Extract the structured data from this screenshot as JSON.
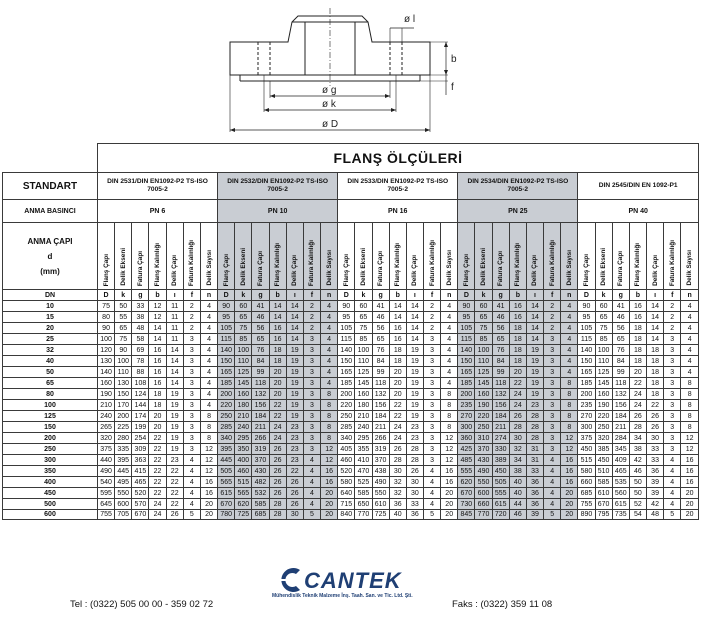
{
  "drawing": {
    "dims": [
      "ø l",
      "b",
      "f",
      "ø g",
      "ø k",
      "ø D"
    ]
  },
  "title": "FLANŞ ÖLÇÜLERİ",
  "labels": {
    "standart": "STANDART",
    "anma_basinci": "ANMA BASINCI",
    "anma_capi": "ANMA ÇAPI",
    "d": "d",
    "mm": "(mm)",
    "dn": "DN"
  },
  "standards": [
    "DIN 2531/DIN EN1092-P2 TS-ISO 7005-2",
    "DIN 2532/DIN EN1092-P2 TS-ISO 7005-2",
    "DIN 2533/DIN EN1092-P2 TS-ISO 7005-2",
    "DIN 2534/DIN EN1092-P2 TS-ISO 7005-2",
    "DIN 2545/DIN EN 1092-P1"
  ],
  "pressures": [
    "PN 6",
    "PN 10",
    "PN 16",
    "PN 25",
    "PN 40"
  ],
  "col_names": [
    "Flanş Çapı",
    "Delik Ekseni",
    "Fatura Çapı",
    "Flanş Kalınlığı",
    "Delik Çapı",
    "Fatura Kalınlığı",
    "Delik Sayısı"
  ],
  "col_symbols": [
    "D",
    "k",
    "g",
    "b",
    "ı",
    "f",
    "n"
  ],
  "rows": [
    {
      "dn": "10",
      "v": [
        [
          "75",
          "50",
          "33",
          "12",
          "11",
          "2",
          "4"
        ],
        [
          "90",
          "60",
          "41",
          "14",
          "14",
          "2",
          "4"
        ],
        [
          "90",
          "60",
          "41",
          "14",
          "14",
          "2",
          "4"
        ],
        [
          "90",
          "60",
          "41",
          "16",
          "14",
          "2",
          "4"
        ],
        [
          "90",
          "60",
          "41",
          "16",
          "14",
          "2",
          "4"
        ]
      ]
    },
    {
      "dn": "15",
      "v": [
        [
          "80",
          "55",
          "38",
          "12",
          "11",
          "2",
          "4"
        ],
        [
          "95",
          "65",
          "46",
          "14",
          "14",
          "2",
          "4"
        ],
        [
          "95",
          "65",
          "46",
          "14",
          "14",
          "2",
          "4"
        ],
        [
          "95",
          "65",
          "46",
          "16",
          "14",
          "2",
          "4"
        ],
        [
          "95",
          "65",
          "46",
          "16",
          "14",
          "2",
          "4"
        ]
      ]
    },
    {
      "dn": "20",
      "v": [
        [
          "90",
          "65",
          "48",
          "14",
          "11",
          "2",
          "4"
        ],
        [
          "105",
          "75",
          "56",
          "16",
          "14",
          "2",
          "4"
        ],
        [
          "105",
          "75",
          "56",
          "16",
          "14",
          "2",
          "4"
        ],
        [
          "105",
          "75",
          "56",
          "18",
          "14",
          "2",
          "4"
        ],
        [
          "105",
          "75",
          "56",
          "18",
          "14",
          "2",
          "4"
        ]
      ]
    },
    {
      "dn": "25",
      "v": [
        [
          "100",
          "75",
          "58",
          "14",
          "11",
          "3",
          "4"
        ],
        [
          "115",
          "85",
          "65",
          "16",
          "14",
          "3",
          "4"
        ],
        [
          "115",
          "85",
          "65",
          "16",
          "14",
          "3",
          "4"
        ],
        [
          "115",
          "85",
          "65",
          "18",
          "14",
          "3",
          "4"
        ],
        [
          "115",
          "85",
          "65",
          "18",
          "14",
          "3",
          "4"
        ]
      ]
    },
    {
      "dn": "32",
      "v": [
        [
          "120",
          "90",
          "69",
          "16",
          "14",
          "3",
          "4"
        ],
        [
          "140",
          "100",
          "76",
          "18",
          "19",
          "3",
          "4"
        ],
        [
          "140",
          "100",
          "76",
          "18",
          "19",
          "3",
          "4"
        ],
        [
          "140",
          "100",
          "76",
          "18",
          "19",
          "3",
          "4"
        ],
        [
          "140",
          "100",
          "76",
          "18",
          "18",
          "3",
          "4"
        ]
      ]
    },
    {
      "dn": "40",
      "v": [
        [
          "130",
          "100",
          "78",
          "16",
          "14",
          "3",
          "4"
        ],
        [
          "150",
          "110",
          "84",
          "18",
          "19",
          "3",
          "4"
        ],
        [
          "150",
          "110",
          "84",
          "18",
          "19",
          "3",
          "4"
        ],
        [
          "150",
          "110",
          "84",
          "18",
          "19",
          "3",
          "4"
        ],
        [
          "150",
          "110",
          "84",
          "18",
          "18",
          "3",
          "4"
        ]
      ]
    },
    {
      "dn": "50",
      "v": [
        [
          "140",
          "110",
          "88",
          "16",
          "14",
          "3",
          "4"
        ],
        [
          "165",
          "125",
          "99",
          "20",
          "19",
          "3",
          "4"
        ],
        [
          "165",
          "125",
          "99",
          "20",
          "19",
          "3",
          "4"
        ],
        [
          "165",
          "125",
          "99",
          "20",
          "19",
          "3",
          "4"
        ],
        [
          "165",
          "125",
          "99",
          "20",
          "18",
          "3",
          "4"
        ]
      ]
    },
    {
      "dn": "65",
      "v": [
        [
          "160",
          "130",
          "108",
          "16",
          "14",
          "3",
          "4"
        ],
        [
          "185",
          "145",
          "118",
          "20",
          "19",
          "3",
          "4"
        ],
        [
          "185",
          "145",
          "118",
          "20",
          "19",
          "3",
          "4"
        ],
        [
          "185",
          "145",
          "118",
          "22",
          "19",
          "3",
          "8"
        ],
        [
          "185",
          "145",
          "118",
          "22",
          "18",
          "3",
          "8"
        ]
      ]
    },
    {
      "dn": "80",
      "v": [
        [
          "190",
          "150",
          "124",
          "18",
          "19",
          "3",
          "4"
        ],
        [
          "200",
          "160",
          "132",
          "20",
          "19",
          "3",
          "8"
        ],
        [
          "200",
          "160",
          "132",
          "20",
          "19",
          "3",
          "8"
        ],
        [
          "200",
          "160",
          "132",
          "24",
          "19",
          "3",
          "8"
        ],
        [
          "200",
          "160",
          "132",
          "24",
          "18",
          "3",
          "8"
        ]
      ]
    },
    {
      "dn": "100",
      "v": [
        [
          "210",
          "170",
          "144",
          "18",
          "19",
          "3",
          "4"
        ],
        [
          "220",
          "180",
          "156",
          "22",
          "19",
          "3",
          "8"
        ],
        [
          "220",
          "180",
          "156",
          "22",
          "19",
          "3",
          "8"
        ],
        [
          "235",
          "190",
          "156",
          "24",
          "23",
          "3",
          "8"
        ],
        [
          "235",
          "190",
          "156",
          "24",
          "22",
          "3",
          "8"
        ]
      ]
    },
    {
      "dn": "125",
      "v": [
        [
          "240",
          "200",
          "174",
          "20",
          "19",
          "3",
          "8"
        ],
        [
          "250",
          "210",
          "184",
          "22",
          "19",
          "3",
          "8"
        ],
        [
          "250",
          "210",
          "184",
          "22",
          "19",
          "3",
          "8"
        ],
        [
          "270",
          "220",
          "184",
          "26",
          "28",
          "3",
          "8"
        ],
        [
          "270",
          "220",
          "184",
          "26",
          "26",
          "3",
          "8"
        ]
      ]
    },
    {
      "dn": "150",
      "v": [
        [
          "265",
          "225",
          "199",
          "20",
          "19",
          "3",
          "8"
        ],
        [
          "285",
          "240",
          "211",
          "24",
          "23",
          "3",
          "8"
        ],
        [
          "285",
          "240",
          "211",
          "24",
          "23",
          "3",
          "8"
        ],
        [
          "300",
          "250",
          "211",
          "28",
          "28",
          "3",
          "8"
        ],
        [
          "300",
          "250",
          "211",
          "28",
          "26",
          "3",
          "8"
        ]
      ]
    },
    {
      "dn": "200",
      "v": [
        [
          "320",
          "280",
          "254",
          "22",
          "19",
          "3",
          "8"
        ],
        [
          "340",
          "295",
          "266",
          "24",
          "23",
          "3",
          "8"
        ],
        [
          "340",
          "295",
          "266",
          "24",
          "23",
          "3",
          "12"
        ],
        [
          "360",
          "310",
          "274",
          "30",
          "28",
          "3",
          "12"
        ],
        [
          "375",
          "320",
          "284",
          "34",
          "30",
          "3",
          "12"
        ]
      ]
    },
    {
      "dn": "250",
      "v": [
        [
          "375",
          "335",
          "309",
          "22",
          "19",
          "3",
          "12"
        ],
        [
          "395",
          "350",
          "319",
          "26",
          "23",
          "3",
          "12"
        ],
        [
          "405",
          "355",
          "319",
          "26",
          "28",
          "3",
          "12"
        ],
        [
          "425",
          "370",
          "330",
          "32",
          "31",
          "3",
          "12"
        ],
        [
          "450",
          "385",
          "345",
          "38",
          "33",
          "3",
          "12"
        ]
      ]
    },
    {
      "dn": "300",
      "v": [
        [
          "440",
          "395",
          "363",
          "22",
          "23",
          "4",
          "12"
        ],
        [
          "445",
          "400",
          "370",
          "26",
          "23",
          "4",
          "12"
        ],
        [
          "460",
          "410",
          "370",
          "28",
          "28",
          "3",
          "12"
        ],
        [
          "485",
          "430",
          "389",
          "34",
          "31",
          "4",
          "16"
        ],
        [
          "515",
          "450",
          "409",
          "42",
          "33",
          "4",
          "16"
        ]
      ]
    },
    {
      "dn": "350",
      "v": [
        [
          "490",
          "445",
          "415",
          "22",
          "22",
          "4",
          "12"
        ],
        [
          "505",
          "460",
          "430",
          "26",
          "22",
          "4",
          "16"
        ],
        [
          "520",
          "470",
          "438",
          "30",
          "26",
          "4",
          "16"
        ],
        [
          "555",
          "490",
          "450",
          "38",
          "33",
          "4",
          "16"
        ],
        [
          "580",
          "510",
          "465",
          "46",
          "36",
          "4",
          "16"
        ]
      ]
    },
    {
      "dn": "400",
      "v": [
        [
          "540",
          "495",
          "465",
          "22",
          "22",
          "4",
          "16"
        ],
        [
          "565",
          "515",
          "482",
          "26",
          "26",
          "4",
          "16"
        ],
        [
          "580",
          "525",
          "490",
          "32",
          "30",
          "4",
          "16"
        ],
        [
          "620",
          "550",
          "505",
          "40",
          "36",
          "4",
          "16"
        ],
        [
          "660",
          "585",
          "535",
          "50",
          "39",
          "4",
          "16"
        ]
      ]
    },
    {
      "dn": "450",
      "v": [
        [
          "595",
          "550",
          "520",
          "22",
          "22",
          "4",
          "16"
        ],
        [
          "615",
          "565",
          "532",
          "26",
          "26",
          "4",
          "20"
        ],
        [
          "640",
          "585",
          "550",
          "32",
          "30",
          "4",
          "20"
        ],
        [
          "670",
          "600",
          "555",
          "40",
          "36",
          "4",
          "20"
        ],
        [
          "685",
          "610",
          "560",
          "50",
          "39",
          "4",
          "20"
        ]
      ]
    },
    {
      "dn": "500",
      "v": [
        [
          "645",
          "600",
          "570",
          "24",
          "22",
          "4",
          "20"
        ],
        [
          "670",
          "620",
          "585",
          "28",
          "26",
          "4",
          "20"
        ],
        [
          "715",
          "650",
          "610",
          "36",
          "33",
          "4",
          "20"
        ],
        [
          "730",
          "660",
          "615",
          "44",
          "36",
          "4",
          "20"
        ],
        [
          "755",
          "670",
          "615",
          "52",
          "42",
          "4",
          "20"
        ]
      ]
    },
    {
      "dn": "600",
      "v": [
        [
          "755",
          "705",
          "670",
          "24",
          "26",
          "5",
          "20"
        ],
        [
          "780",
          "725",
          "685",
          "28",
          "30",
          "5",
          "20"
        ],
        [
          "840",
          "770",
          "725",
          "40",
          "36",
          "5",
          "20"
        ],
        [
          "845",
          "770",
          "720",
          "46",
          "39",
          "5",
          "20"
        ],
        [
          "890",
          "795",
          "735",
          "54",
          "48",
          "5",
          "20"
        ]
      ]
    }
  ],
  "logo": {
    "text": "CANTEK",
    "sub": "Mühendislik Teknik Malzeme İnş. Taah. San. ve Tic. Ltd. Şti."
  },
  "contact": {
    "tel": "Tel : (0322) 505 00 00 - 359 02 72",
    "fax": "Faks : (0322) 359 11 08"
  }
}
